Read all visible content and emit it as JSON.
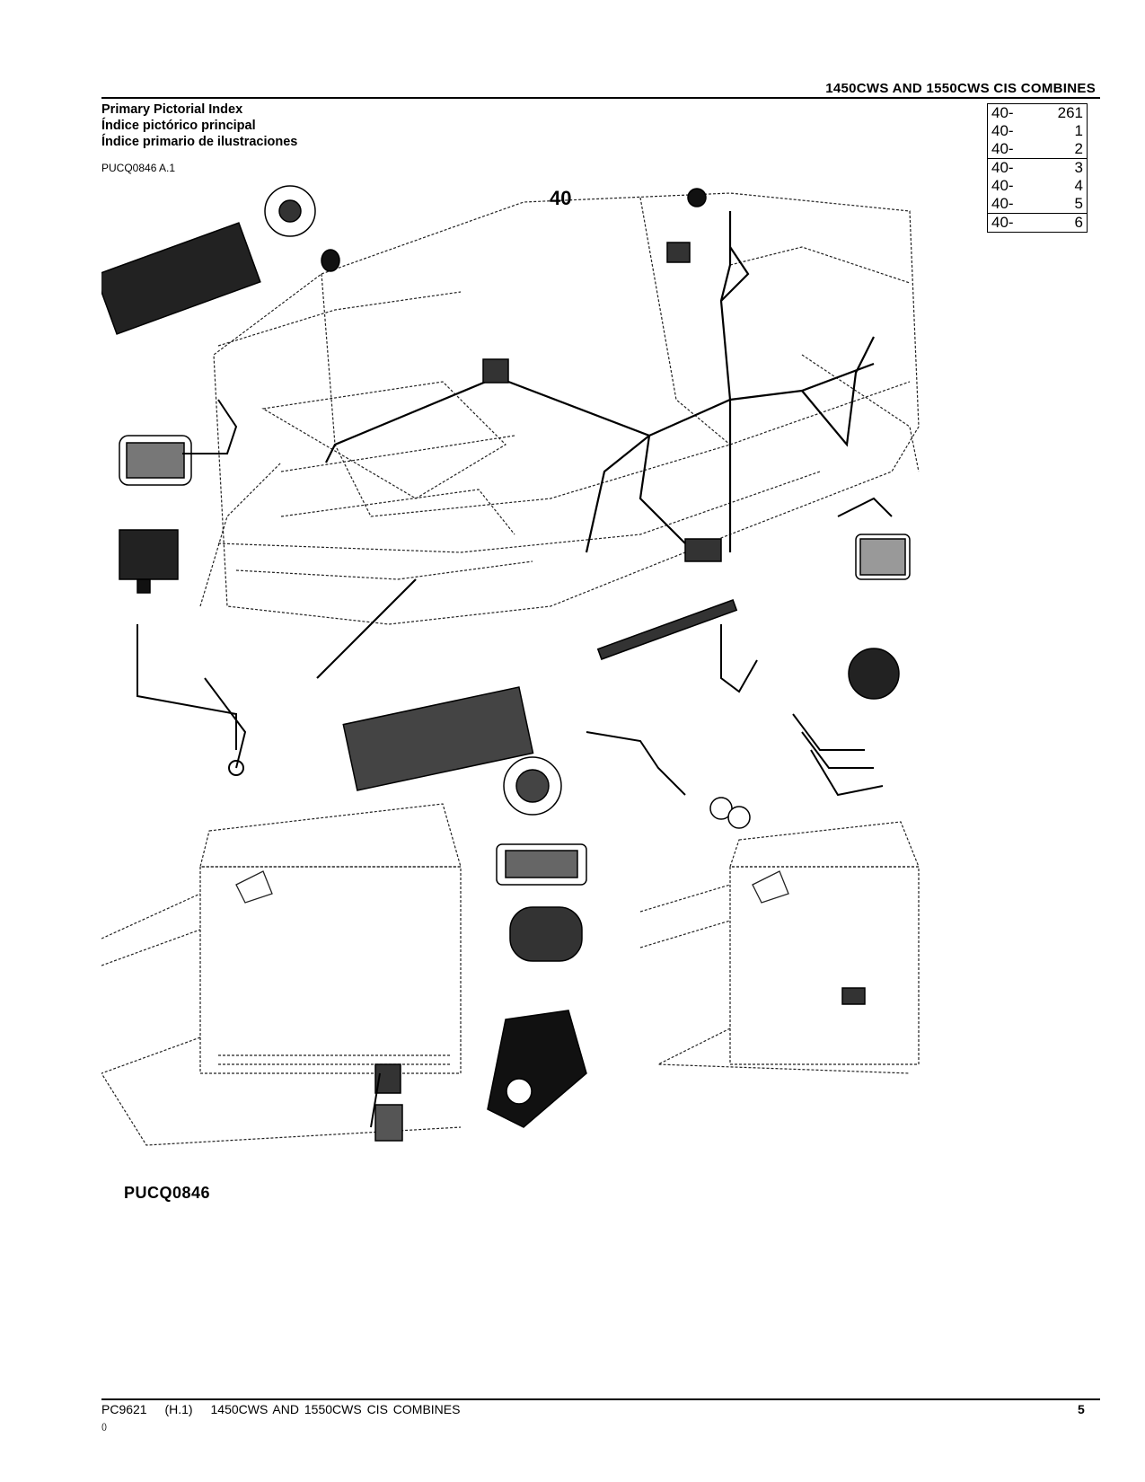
{
  "header": {
    "title": "1450CWS AND 1550CWS CIS COMBINES"
  },
  "index_title": {
    "en": "Primary Pictorial Index",
    "pt": "Índice pictórico principal",
    "es": "Índice primario de ilustraciones"
  },
  "figure_ref": "PUCQ0846 A.1",
  "section_number": "40",
  "figure_label": "PUCQ0846",
  "index_rows": [
    {
      "section": "40-",
      "page": "261"
    },
    {
      "section": "40-",
      "page": "1"
    },
    {
      "section": "40-",
      "page": "2"
    },
    {
      "section": "40-",
      "page": "3"
    },
    {
      "section": "40-",
      "page": "4"
    },
    {
      "section": "40-",
      "page": "5"
    },
    {
      "section": "40-",
      "page": "6"
    }
  ],
  "footer": {
    "doc_code": "PC9621",
    "revision": "(H.1)",
    "title": "1450CWS AND 1550CWS CIS COMBINES",
    "page": "5",
    "small": "()"
  }
}
